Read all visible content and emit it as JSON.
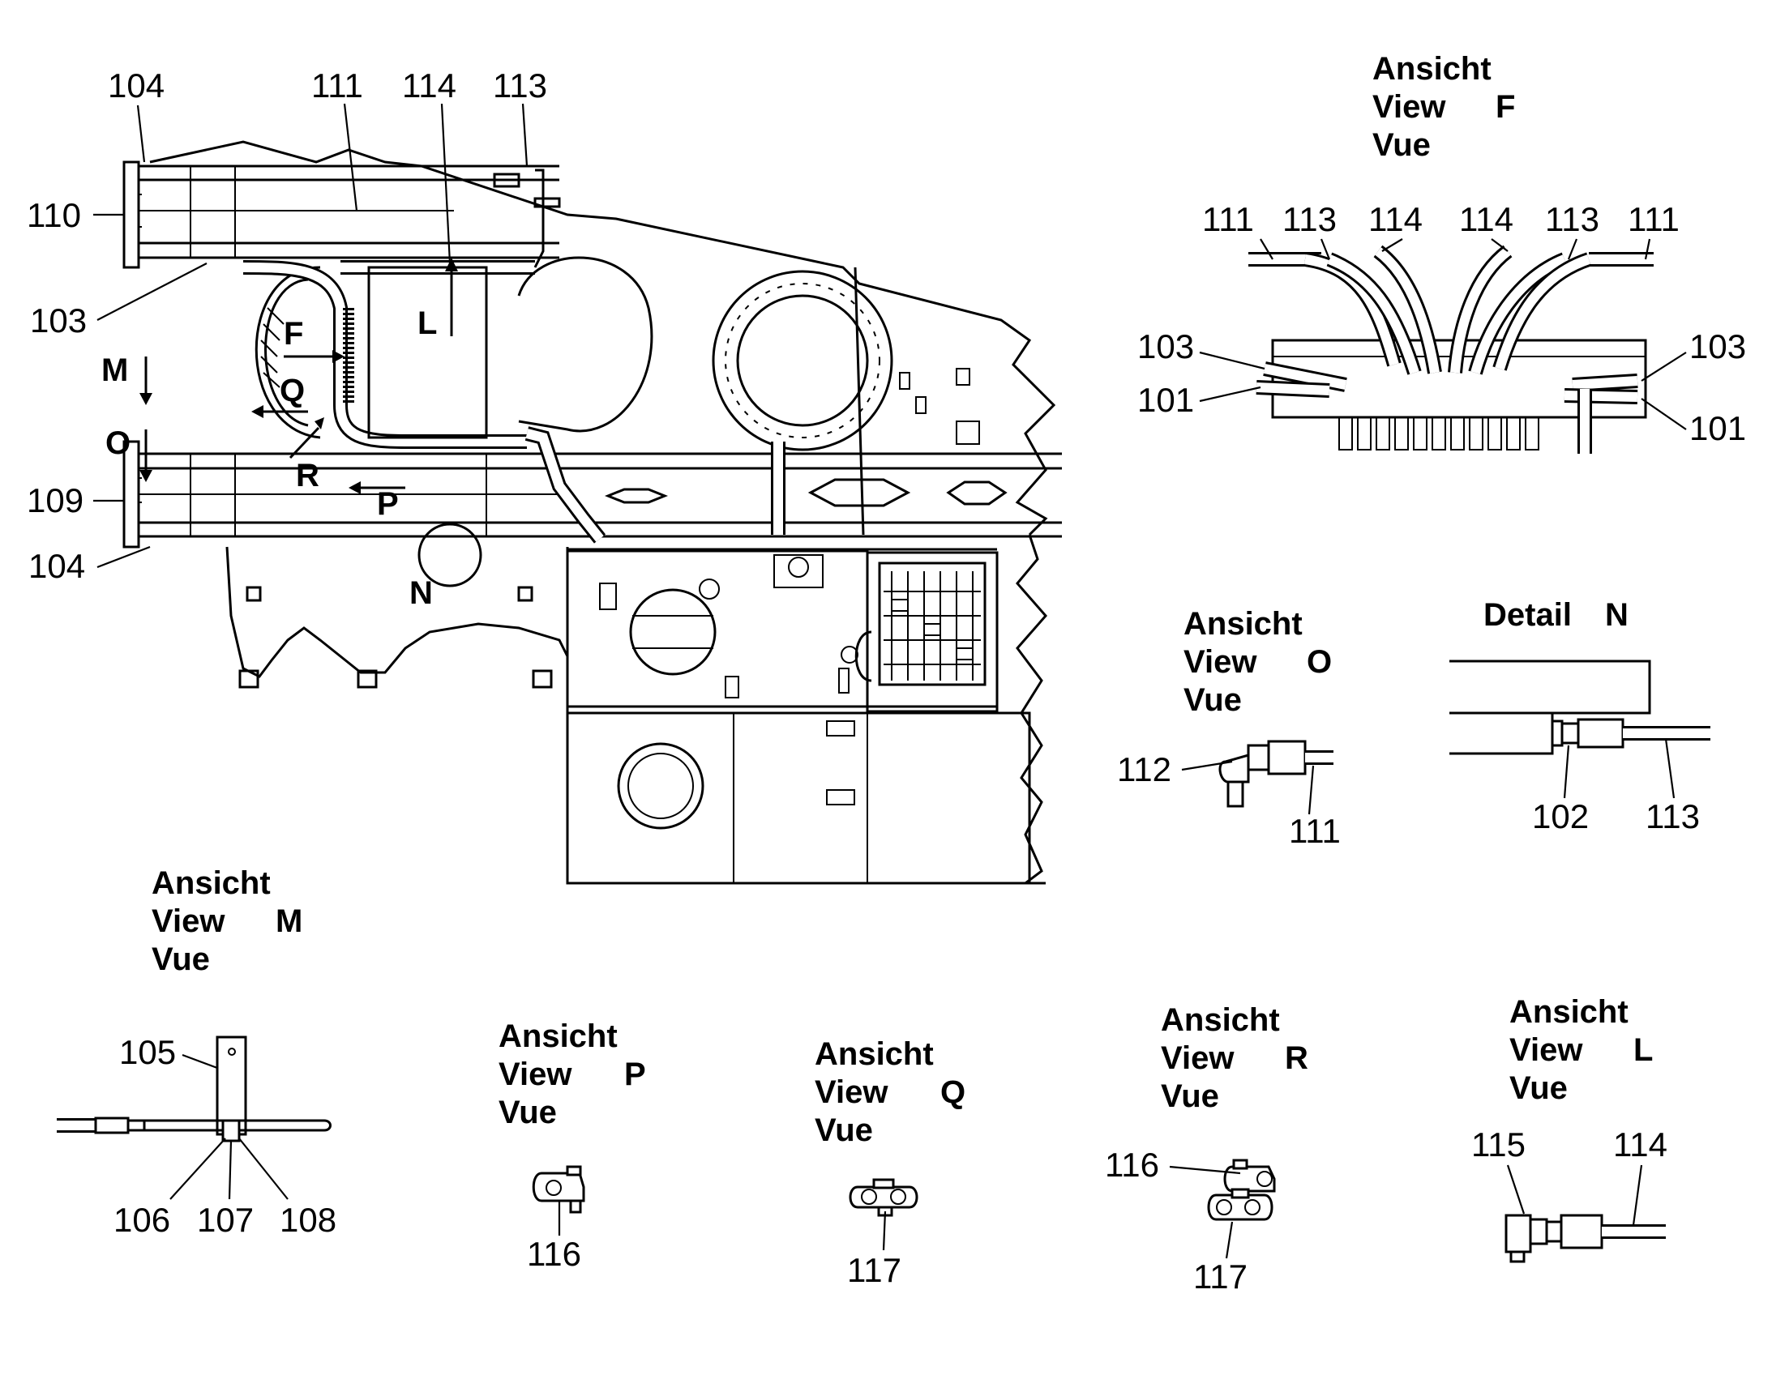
{
  "views": {
    "f": {
      "ansicht": "Ansicht",
      "view": "View",
      "letter": "F",
      "vue": "Vue"
    },
    "o": {
      "ansicht": "Ansicht",
      "view": "View",
      "letter": "O",
      "vue": "Vue"
    },
    "n": {
      "detail": "Detail",
      "letter": "N"
    },
    "m": {
      "ansicht": "Ansicht",
      "view": "View",
      "letter": "M",
      "vue": "Vue"
    },
    "p": {
      "ansicht": "Ansicht",
      "view": "View",
      "letter": "P",
      "vue": "Vue"
    },
    "q": {
      "ansicht": "Ansicht",
      "view": "View",
      "letter": "Q",
      "vue": "Vue"
    },
    "r": {
      "ansicht": "Ansicht",
      "view": "View",
      "letter": "R",
      "vue": "Vue"
    },
    "l": {
      "ansicht": "Ansicht",
      "view": "View",
      "letter": "L",
      "vue": "Vue"
    }
  },
  "main": {
    "labels": {
      "top104": "104",
      "top111": "111",
      "top114": "114",
      "top113": "113",
      "left110": "110",
      "left103": "103",
      "left109": "109",
      "left104": "104"
    },
    "markers": {
      "F": "F",
      "Q": "Q",
      "R": "R",
      "M": "M",
      "O": "O",
      "P": "P",
      "L": "L",
      "N": "N"
    }
  },
  "view_f_labels": {
    "a": "111",
    "b": "113",
    "c": "114",
    "d": "114",
    "e": "113",
    "f": "111",
    "l103": "103",
    "l101": "101",
    "r103": "103",
    "r101": "101"
  },
  "view_o_labels": {
    "a": "112",
    "b": "111"
  },
  "detail_n_labels": {
    "a": "102",
    "b": "113"
  },
  "view_m_labels": {
    "a": "105",
    "b": "106",
    "c": "107",
    "d": "108"
  },
  "view_p_labels": {
    "a": "116"
  },
  "view_q_labels": {
    "a": "117"
  },
  "view_r_labels": {
    "a": "116",
    "b": "117"
  },
  "view_l_labels": {
    "a": "115",
    "b": "114"
  }
}
